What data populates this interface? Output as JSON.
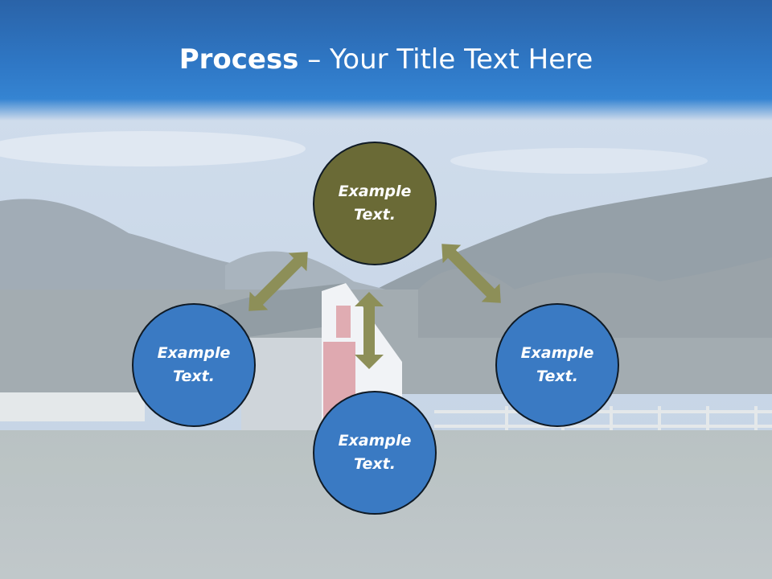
{
  "title": {
    "bold": "Process",
    "rest": " – Your Title Text Here"
  },
  "nodes": {
    "top": "Example Text.",
    "left": "Example Text.",
    "right": "Example Text.",
    "bottom": "Example Text."
  },
  "colors": {
    "title_bar": "#2f78c6",
    "center_node": "#6a6a36",
    "outer_node": "#3a7ac3",
    "arrow": "#8d8f58",
    "node_border": "#0f1a25"
  }
}
